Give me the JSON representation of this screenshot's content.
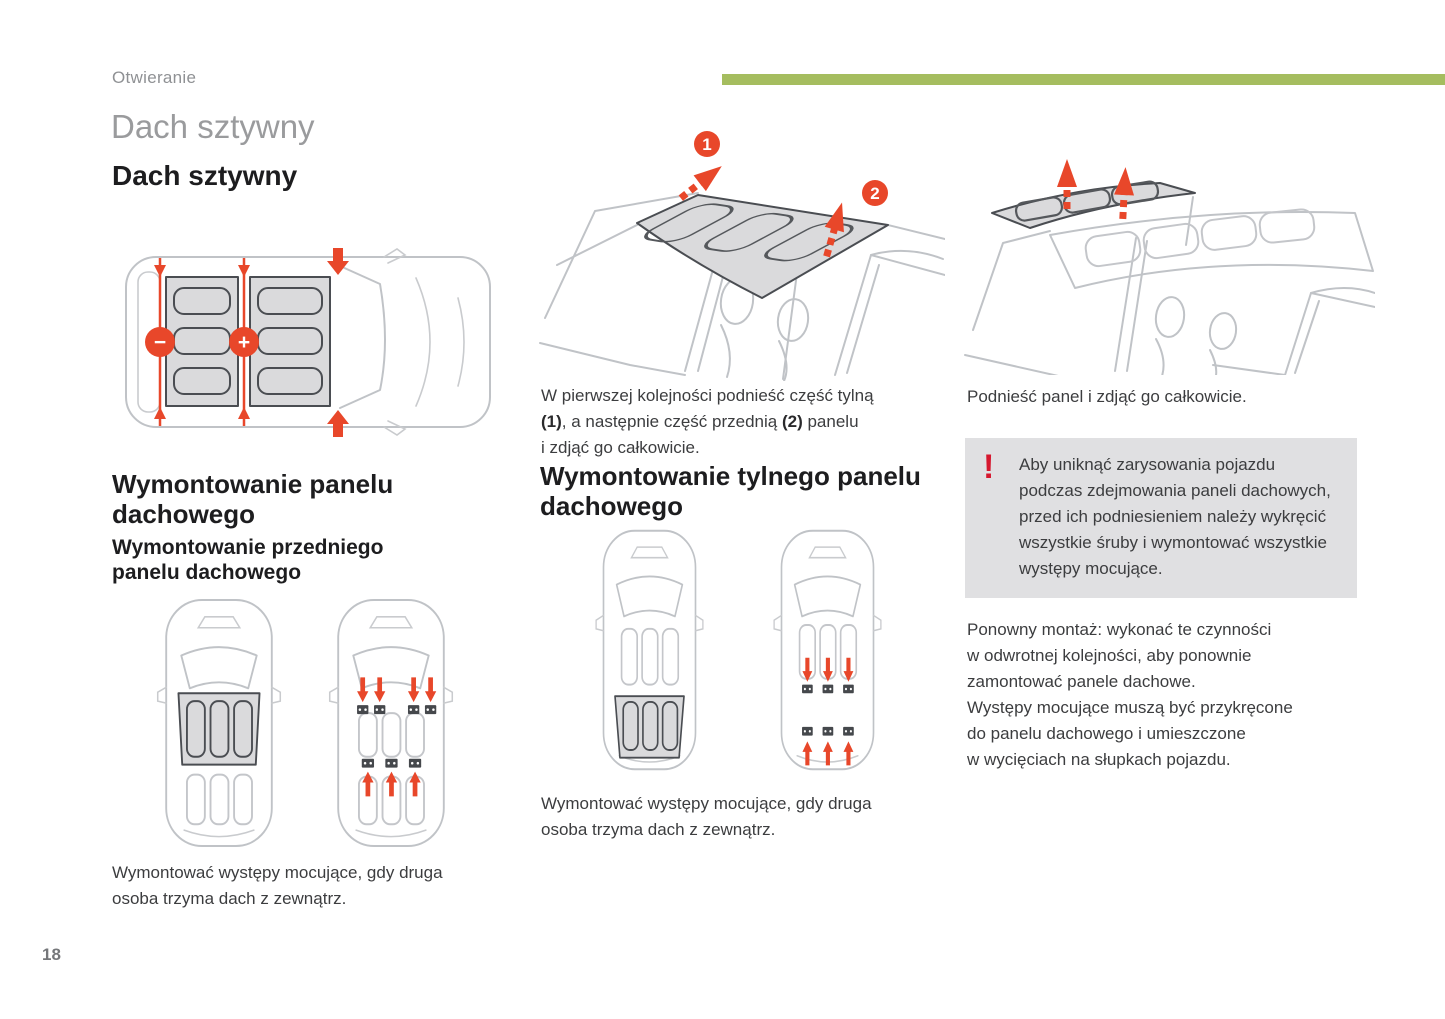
{
  "page": {
    "header": "Otwieranie",
    "page_number": "18",
    "accent_green": "#a5bd5f",
    "accent_orange": "#e8472a",
    "warning_red": "#d6182f"
  },
  "titles": {
    "main": "Dach sztywny",
    "sub": "Dach sztywny"
  },
  "icons": {
    "minus": "−",
    "plus": "+",
    "exclamation": "!",
    "step_1": "1",
    "step_2": "2"
  },
  "left_column": {
    "section_title": "Wymontowanie panelu\ndachowego",
    "subsection_title": "Wymontowanie przedniego\npanelu dachowego",
    "caption": "Wymontować występy mocujące, gdy druga\nosoba trzyma dach z zewnątrz."
  },
  "middle_column": {
    "intro_s1": "W pierwszej kolejności podnieść część tylną\n",
    "intro_b1": "(1)",
    "intro_s2": ", a następnie część przednią ",
    "intro_b2": "(2)",
    "intro_s3": " panelu\ni zdjąć go całkowicie.",
    "section_title": "Wymontowanie tylnego panelu\ndachowego",
    "caption": "Wymontować występy mocujące, gdy druga\nosoba trzyma dach z zewnątrz."
  },
  "right_column": {
    "caption": "Podnieść panel i zdjąć go całkowicie.",
    "warning": "Aby uniknąć zarysowania pojazdu\npodczas zdejmowania paneli dachowych,\nprzed ich podniesieniem należy wykręcić\nwszystkie śruby i wymontować wszystkie\nwystępy mocujące.",
    "reassembly": "Ponowny montaż: wykonać te czynności\nw odwrotnej kolejności, aby ponownie\nzamontować panele dachowe.\nWystępy mocujące muszą być przykręcone\ndo panelu dachowego i umieszczone\nw wycięciach na słupkach pojazdu."
  }
}
